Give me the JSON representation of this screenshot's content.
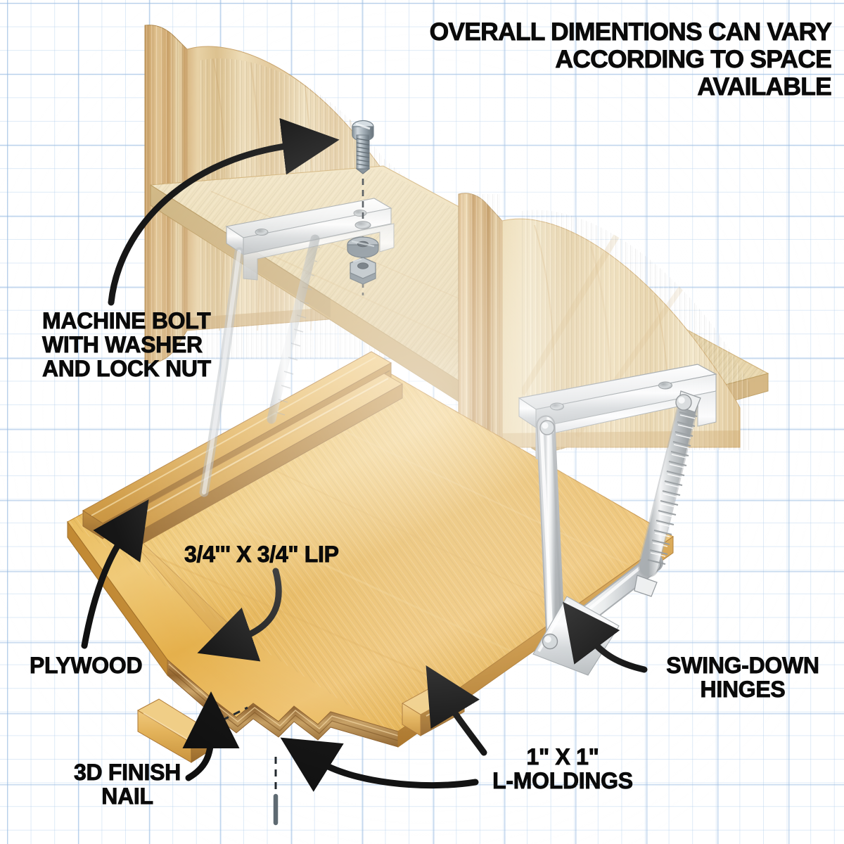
{
  "illustration": {
    "subject": "swing-down fold-away shelf assembly",
    "background": "blue graph paper"
  },
  "title": {
    "line1": "OVERALL DIMENTIONS CAN VARY",
    "line2": "ACCORDING TO SPACE AVAILABLE"
  },
  "callouts": {
    "machine_bolt": {
      "line1": "MACHINE BOLT",
      "line2": "WITH WASHER",
      "line3": "AND LOCK NUT"
    },
    "lip": {
      "text": "3/4''' X 3/4\" LIP"
    },
    "plywood": {
      "text": "PLYWOOD"
    },
    "finish_nail": {
      "line1": "3D FINISH",
      "line2": "NAIL"
    },
    "l_moldings": {
      "line1": "1\" X 1\"",
      "line2": "L-MOLDINGS"
    },
    "swing_down_hinges": {
      "line1": "SWING-DOWN",
      "line2": "HINGES"
    }
  },
  "colors": {
    "grid_line": "#b0cee c",
    "grid_line_major": "#96b9e1",
    "paper": "#ffffff",
    "wall_panel_light": "#efdcb4",
    "wall_panel_mid": "#e3c894",
    "wall_panel_dark": "#c9a063",
    "upper_board_face": "#ead7ab",
    "upper_board_edge": "#d9bd86",
    "shelf_top": "#e8b350",
    "shelf_top_light": "#f0c978",
    "shelf_edge": "#c98f38",
    "molding_light": "#e9bc60",
    "molding_dark": "#b07a34",
    "plywood_core": "#9a6b33",
    "metal_light": "#fbfbfb",
    "metal_mid": "#d7d9da",
    "metal_shadow": "#a8acaf",
    "bolt_steel": "#8d9aa3",
    "bolt_dark": "#5a6973",
    "ink": "#0a0a0a"
  },
  "parts": [
    {
      "name": "wall-panel-left",
      "material": "plywood"
    },
    {
      "name": "wall-panel-right",
      "material": "plywood"
    },
    {
      "name": "upper-board",
      "material": "plywood"
    },
    {
      "name": "shelf-panel",
      "material": "plywood"
    },
    {
      "name": "machine-bolt",
      "material": "steel"
    },
    {
      "name": "washer",
      "material": "steel"
    },
    {
      "name": "lock-nut",
      "material": "steel"
    },
    {
      "name": "hinge-bracket-left",
      "material": "steel"
    },
    {
      "name": "hinge-bracket-right",
      "material": "steel"
    },
    {
      "name": "hinge-spring-left",
      "material": "steel"
    },
    {
      "name": "hinge-spring-right",
      "material": "steel"
    },
    {
      "name": "lip-molding",
      "material": "wood"
    },
    {
      "name": "l-molding-left",
      "material": "wood"
    },
    {
      "name": "l-molding-right",
      "material": "wood"
    },
    {
      "name": "finish-nail",
      "material": "steel"
    }
  ]
}
